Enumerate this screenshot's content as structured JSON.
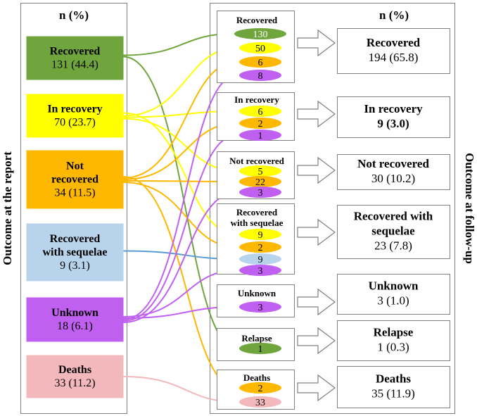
{
  "left_panel": {
    "header": "n (%)",
    "axis_label": "Outcome at the report",
    "boxes": [
      {
        "id": "recovered",
        "lines": [
          "Recovered"
        ],
        "value": "131 (44.4)",
        "fill": "#70a43c"
      },
      {
        "id": "in-recovery",
        "lines": [
          "In recovery"
        ],
        "value": "70 (23.7)",
        "fill": "#ffff00"
      },
      {
        "id": "not-recovered",
        "lines": [
          "Not",
          "recovered"
        ],
        "value": "34 (11.5)",
        "fill": "#ffb800"
      },
      {
        "id": "recovered-with-sequelae",
        "lines": [
          "Recovered",
          "with sequelae"
        ],
        "value": "9 (3.1)",
        "fill": "#b8d4ec"
      },
      {
        "id": "unknown",
        "lines": [
          "Unknown"
        ],
        "value": "18 (6.1)",
        "fill": "#c060f0"
      },
      {
        "id": "deaths",
        "lines": [
          "Deaths"
        ],
        "value": "33 (11.2)",
        "fill": "#f2b8bc"
      }
    ]
  },
  "right_panel": {
    "header": "n (%)",
    "axis_label": "Outcome at follow-up",
    "groups": [
      {
        "id": "recovered",
        "label_lines": [
          "Recovered"
        ],
        "counts": [
          {
            "value": "130",
            "fill": "#70a43c",
            "text_color": "#ffffff"
          },
          {
            "value": "50",
            "fill": "#ffff00",
            "text_color": "#000000"
          },
          {
            "value": "6",
            "fill": "#ffb800",
            "text_color": "#000000"
          },
          {
            "value": "8",
            "fill": "#c060f0",
            "text_color": "#000000"
          }
        ],
        "result_lines": [
          "Recovered"
        ],
        "result_value": "194 (65.8)",
        "result_value_bold": false
      },
      {
        "id": "in-recovery",
        "label_lines": [
          "In recovery"
        ],
        "counts": [
          {
            "value": "6",
            "fill": "#ffff00",
            "text_color": "#000000"
          },
          {
            "value": "2",
            "fill": "#ffb800",
            "text_color": "#000000"
          },
          {
            "value": "1",
            "fill": "#c060f0",
            "text_color": "#000000"
          }
        ],
        "result_lines": [
          "In recovery"
        ],
        "result_value": "9 (3.0)",
        "result_value_bold": true
      },
      {
        "id": "not-recovered",
        "label_lines": [
          "Not recovered"
        ],
        "counts": [
          {
            "value": "5",
            "fill": "#ffff00",
            "text_color": "#000000"
          },
          {
            "value": "22",
            "fill": "#ffb800",
            "text_color": "#000000"
          },
          {
            "value": "3",
            "fill": "#c060f0",
            "text_color": "#000000"
          }
        ],
        "result_lines": [
          "Not recovered"
        ],
        "result_value": "30 (10.2)",
        "result_value_bold": false
      },
      {
        "id": "recovered-with-sequelae",
        "label_lines": [
          "Recovered",
          "with sequelae"
        ],
        "counts": [
          {
            "value": "9",
            "fill": "#ffff00",
            "text_color": "#000000"
          },
          {
            "value": "2",
            "fill": "#ffb800",
            "text_color": "#000000"
          },
          {
            "value": "9",
            "fill": "#b8d4ec",
            "text_color": "#000000"
          },
          {
            "value": "3",
            "fill": "#c060f0",
            "text_color": "#000000"
          }
        ],
        "result_lines": [
          "Recovered with",
          "sequelae"
        ],
        "result_value": "23 (7.8)",
        "result_value_bold": false
      },
      {
        "id": "unknown",
        "label_lines": [
          "Unknown"
        ],
        "counts": [
          {
            "value": "3",
            "fill": "#c060f0",
            "text_color": "#000000"
          }
        ],
        "result_lines": [
          "Unknown"
        ],
        "result_value": "3 (1.0)",
        "result_value_bold": false
      },
      {
        "id": "relapse",
        "label_lines": [
          "Relapse"
        ],
        "counts": [
          {
            "value": "1",
            "fill": "#70a43c",
            "text_color": "#000000"
          }
        ],
        "result_lines": [
          "Relapse"
        ],
        "result_value": "1 (0.3)",
        "result_value_bold": false
      },
      {
        "id": "deaths",
        "label_lines": [
          "Deaths"
        ],
        "counts": [
          {
            "value": "2",
            "fill": "#ffb800",
            "text_color": "#000000"
          },
          {
            "value": "33",
            "fill": "#f2b8bc",
            "text_color": "#000000"
          }
        ],
        "result_lines": [
          "Deaths"
        ],
        "result_value": "35 (11.9)",
        "result_value_bold": false
      }
    ]
  },
  "flows": [
    {
      "from": "recovered",
      "to": "recovered",
      "count": "130",
      "color": "#70a43c"
    },
    {
      "from": "recovered",
      "to": "relapse",
      "count": "1",
      "color": "#70a43c"
    },
    {
      "from": "in-recovery",
      "to": "recovered",
      "count": "50",
      "color": "#ffff00"
    },
    {
      "from": "in-recovery",
      "to": "in-recovery",
      "count": "6",
      "color": "#ffff00"
    },
    {
      "from": "in-recovery",
      "to": "not-recovered",
      "count": "5",
      "color": "#ffff00"
    },
    {
      "from": "in-recovery",
      "to": "recovered-with-sequelae",
      "count": "9",
      "color": "#ffff00"
    },
    {
      "from": "not-recovered",
      "to": "recovered",
      "count": "6",
      "color": "#ffb800"
    },
    {
      "from": "not-recovered",
      "to": "in-recovery",
      "count": "2",
      "color": "#ffb800"
    },
    {
      "from": "not-recovered",
      "to": "not-recovered",
      "count": "22",
      "color": "#ffb800"
    },
    {
      "from": "not-recovered",
      "to": "recovered-with-sequelae",
      "count": "2",
      "color": "#ffb800"
    },
    {
      "from": "not-recovered",
      "to": "deaths",
      "count": "2",
      "color": "#ffb800"
    },
    {
      "from": "recovered-with-sequelae",
      "to": "recovered-with-sequelae",
      "count": "9",
      "color": "#5b9bd5"
    },
    {
      "from": "unknown",
      "to": "recovered",
      "count": "8",
      "color": "#c060f0"
    },
    {
      "from": "unknown",
      "to": "in-recovery",
      "count": "1",
      "color": "#c060f0"
    },
    {
      "from": "unknown",
      "to": "not-recovered",
      "count": "3",
      "color": "#c060f0"
    },
    {
      "from": "unknown",
      "to": "recovered-with-sequelae",
      "count": "3",
      "color": "#c060f0"
    },
    {
      "from": "unknown",
      "to": "unknown",
      "count": "3",
      "color": "#c060f0"
    },
    {
      "from": "deaths",
      "to": "deaths",
      "count": "33",
      "color": "#f2b8bc"
    }
  ]
}
